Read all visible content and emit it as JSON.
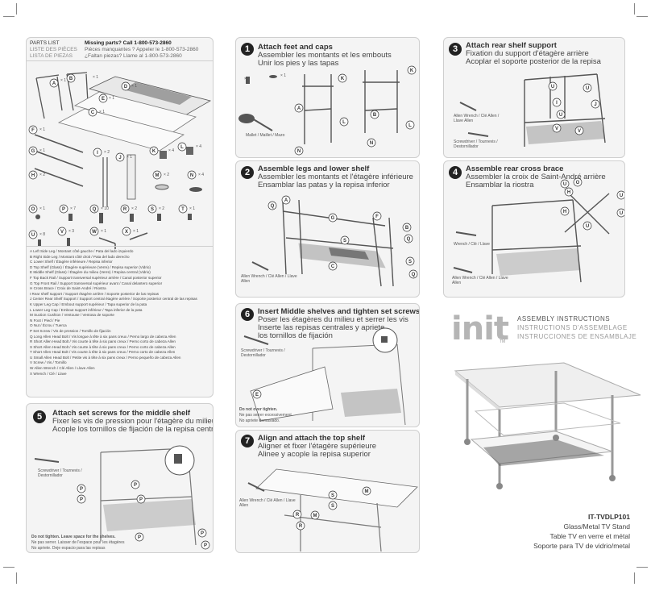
{
  "parts_header": {
    "en": "PARTS LIST",
    "fr": "LISTE DES PIÈCES",
    "es": "LISTA DE PIEZAS",
    "missing_en": "Missing parts? Call",
    "phone": "1-800-573-2860",
    "missing_fr": "Pièces manquantes ? Appeler le",
    "missing_es": "¿Faltan piezas? Llame al"
  },
  "parts_list": [
    "A Left Side Leg / Montant côté gauche / Pata del lado izquierdo",
    "B Right Side Leg / Montant côté droit / Pata del lado derecho",
    "C Lower Shelf / Étagère inférieure / Repisa inferior",
    "D Top Shelf (Glass) / Étagère supérieure (Verre) / Repisa superior (Vidrio)",
    "E Middle Shelf (Glass) / Étagère du milieu (Verre) / Repisa central (Vidrio)",
    "F Top Back Rail / Support transversal supérieur arrière / Canal posterior superior",
    "G Top Front Rail / Support transversal supérieur avant / Canal delantero superior",
    "H Cross Brace / Croix de Saint-André / Riostra",
    "I Rear shelf support / Support étagère arrière / Soporte posterior de las repisas",
    "J Center Rear Shelf Support / Support central étagère arrière / Soporte posterior central de las repisas",
    "K Upper Leg Cap / Embout support supérieur / Tapa superior de la pata",
    "L Lower Leg Cap / Embout support inférieur / Tapa inferior de la pata",
    "M Suction Cushion / Ventouse / Ventosa de soporte",
    "N Foot / Pied / Pie",
    "O Nut / Écrou / Tuerca",
    "P Set Screw / Vis de pression / Tornillo de fijación",
    "Q Long Allen Head Bolt / Vis longue à tête à six pans creux / Perno largo de cabeza Allen",
    "R Short Allen Head Bolt / Vis courte à tête à six pans creux / Perno corto de cabeza Allen",
    "S Short Allen Head Bolt / Vis courte à tête à six pans creux / Perno corto de cabeza Allen",
    "T Short Allen Head Bolt / Vis courte à tête à six pans creux / Perno corto de cabeza Allen",
    "U Small Allen Head Bolt / Petite vis à tête à six pans creux / Perno pequeño de cabeza Allen",
    "V Screw / Vis / Tornillo",
    "W Allen Wrench / Clé Allen / Llave Allen",
    "X Wrench / Clé / Llave"
  ],
  "parts_counts": {
    "a": "× 1",
    "b": "× 1",
    "c": "× 1",
    "d": "× 1",
    "e": "× 1",
    "f": "× 1",
    "g": "× 1",
    "h": "× 2",
    "i": "× 2",
    "j": "× 1",
    "k": "× 4",
    "l": "× 4",
    "m": "× 2",
    "n": "× 4",
    "o": "× 1",
    "p": "× 7",
    "q": "× 10",
    "r": "× 2",
    "s": "× 2",
    "t": "× 1",
    "u": "× 8",
    "v": "× 3",
    "w": "× 1",
    "x": "× 1"
  },
  "steps": [
    {
      "num": "1",
      "en": "Attach feet and caps",
      "fr": "Assembler les montants et les embouts",
      "es": "Unir los pies y las tapas"
    },
    {
      "num": "2",
      "en": "Assemble legs and lower shelf",
      "fr": "Assembler les montants et l'étagère inférieure",
      "es": "Ensamblar las patas y la repisa inferior"
    },
    {
      "num": "3",
      "en": "Attach rear shelf support",
      "fr": "Fixation du support d'étagère arrière",
      "es": "Acoplar el soporte posterior de la repisa"
    },
    {
      "num": "4",
      "en": "Assemble rear cross brace",
      "fr": "Assembler la croix de Saint-André arrière",
      "es": "Ensamblar la riostra"
    },
    {
      "num": "5",
      "en": "Attach set screws for the middle shelf",
      "fr": "Fixer les vis de pression pour l'étagère du milieu",
      "es": "Acople los tornillos de fijación de la repisa central"
    },
    {
      "num": "6",
      "en": "Insert Middle shelves and tighten set screws",
      "fr": "Poser les étagères du milieu et serrer les vis",
      "es": "Inserte las repisas centrales y apriete",
      "es2": "los tornillos de fijación"
    },
    {
      "num": "7",
      "en": "Align and attach the top shelf",
      "fr": "Aligner et fixer l'étagère supérieure",
      "es": "Alinee y acople la repisa superior"
    }
  ],
  "tool_labels": {
    "mallet": "Mallet / Maillet / Mazo",
    "allen": "Allen Wrench / Clé Allen / Llave Allen",
    "screwdriver": "Screwdriver / Tournevis / Destornillador",
    "wrench": "Wrench / Clé / Llave"
  },
  "warnings": {
    "step5_en": "Do not tighten. Leave space for the shelves.",
    "step5_fr": "Ne pas serrer. Laisser de l'espace pour les étagères",
    "step5_es": "No apriete. Deje espacio para las repisas",
    "step6_en": "Do not over tighten.",
    "step6_fr": "Ne pas serrer excessivement.",
    "step6_es": "No apriete demasiado."
  },
  "brand": {
    "logo": "init",
    "tm": "TM",
    "instr_en": "ASSEMBLY INSTRUCTIONS",
    "instr_fr": "INSTRUCTIONS D'ASSEMBLAGE",
    "instr_es": "INSTRUCCIONES DE ENSAMBLAJE"
  },
  "product": {
    "model": "IT-TVDLP101",
    "en": "Glass/Metal TV Stand",
    "fr": "Table TV en verre et métal",
    "es": "Soporte para TV de vidrio/metal"
  },
  "colors": {
    "panel": "#f4f4f4",
    "border": "#cfcfcf",
    "ink": "#222222",
    "accent": "#9a9a9a"
  }
}
